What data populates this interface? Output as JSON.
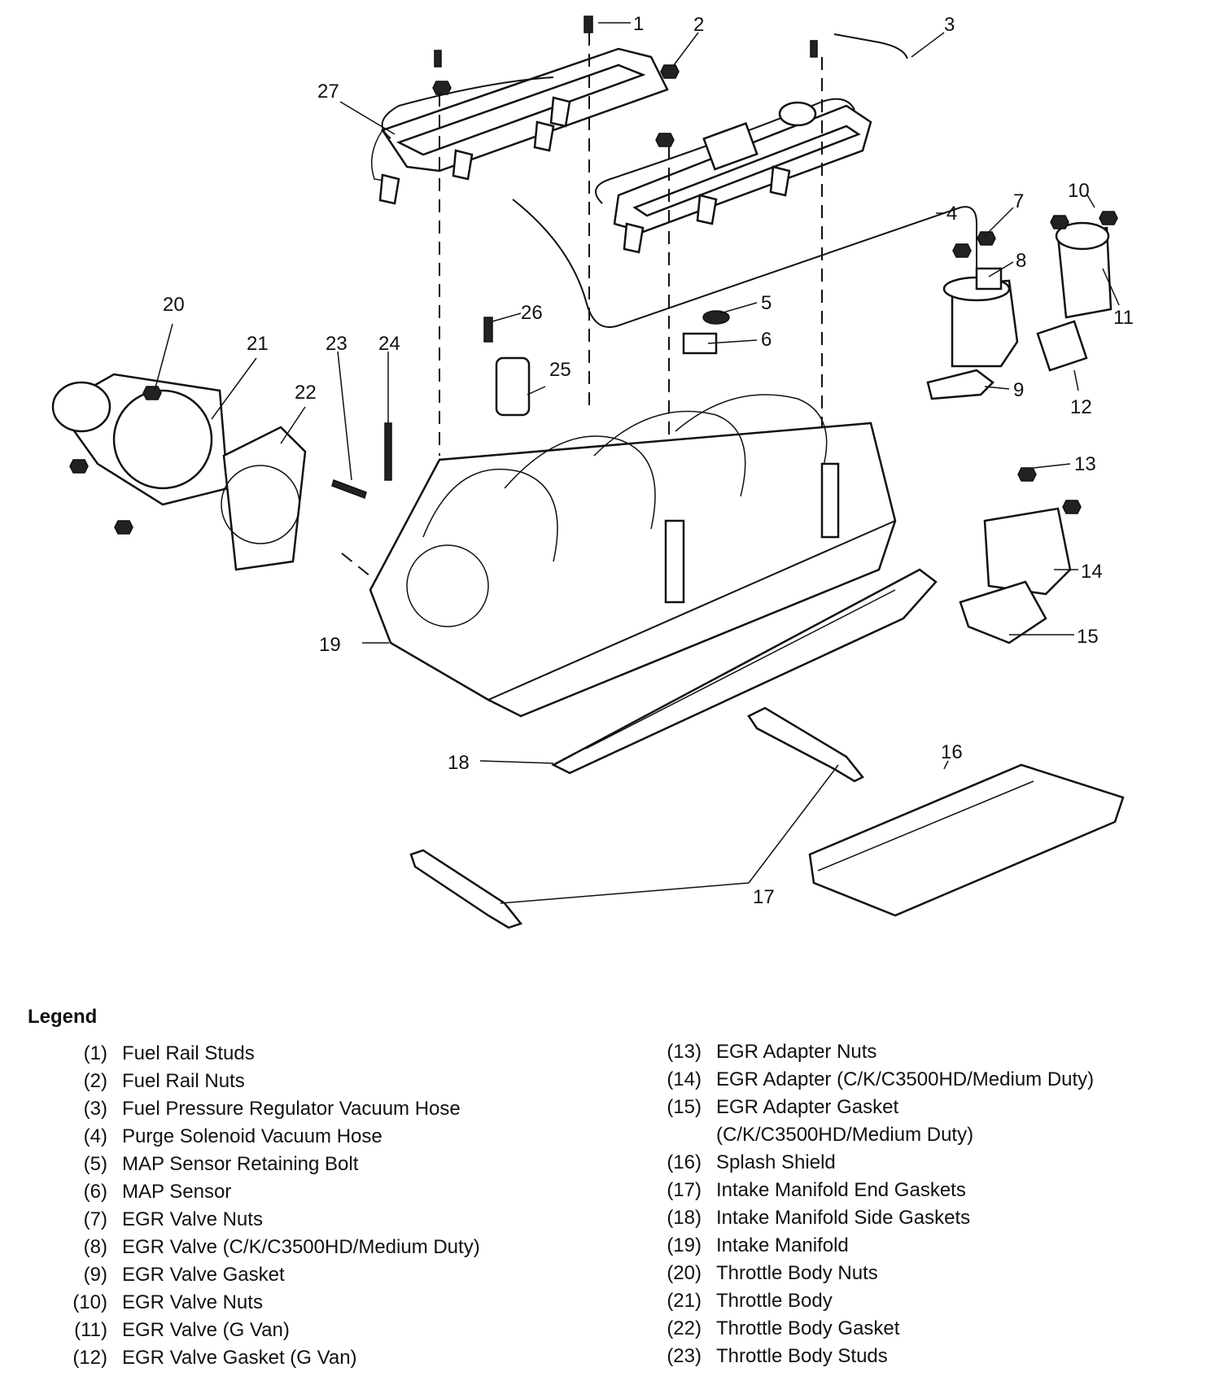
{
  "legend": {
    "title": "Legend",
    "items": [
      {
        "num": "(1)",
        "text": "Fuel Rail Studs"
      },
      {
        "num": "(2)",
        "text": "Fuel Rail Nuts"
      },
      {
        "num": "(3)",
        "text": "Fuel Pressure Regulator Vacuum Hose"
      },
      {
        "num": "(4)",
        "text": "Purge Solenoid Vacuum Hose"
      },
      {
        "num": "(5)",
        "text": "MAP Sensor Retaining Bolt"
      },
      {
        "num": "(6)",
        "text": "MAP Sensor"
      },
      {
        "num": "(7)",
        "text": "EGR Valve Nuts"
      },
      {
        "num": "(8)",
        "text": "EGR Valve (C/K/C3500HD/Medium Duty)"
      },
      {
        "num": "(9)",
        "text": "EGR Valve Gasket"
      },
      {
        "num": "(10)",
        "text": "EGR Valve Nuts"
      },
      {
        "num": "(11)",
        "text": "EGR Valve (G Van)"
      },
      {
        "num": "(12)",
        "text": "EGR Valve Gasket (G Van)"
      },
      {
        "num": "(13)",
        "text": "EGR Adapter Nuts"
      },
      {
        "num": "(14)",
        "text": "EGR Adapter (C/K/C3500HD/Medium Duty)"
      },
      {
        "num": "(15)",
        "text": "EGR Adapter Gasket\n(C/K/C3500HD/Medium Duty)"
      },
      {
        "num": "(16)",
        "text": "Splash Shield"
      },
      {
        "num": "(17)",
        "text": "Intake Manifold End Gaskets"
      },
      {
        "num": "(18)",
        "text": "Intake Manifold Side Gaskets"
      },
      {
        "num": "(19)",
        "text": "Intake Manifold"
      },
      {
        "num": "(20)",
        "text": "Throttle Body Nuts"
      },
      {
        "num": "(21)",
        "text": "Throttle Body"
      },
      {
        "num": "(22)",
        "text": "Throttle Body Gasket"
      },
      {
        "num": "(23)",
        "text": "Throttle Body Studs"
      }
    ]
  },
  "callouts": {
    "c1": "1",
    "c2": "2",
    "c3": "3",
    "c4": "4",
    "c5": "5",
    "c6": "6",
    "c7": "7",
    "c8": "8",
    "c9": "9",
    "c10": "10",
    "c11": "11",
    "c12": "12",
    "c13": "13",
    "c14": "14",
    "c15": "15",
    "c16": "16",
    "c17": "17",
    "c18": "18",
    "c19": "19",
    "c20": "20",
    "c21": "21",
    "c22": "22",
    "c23": "23",
    "c24": "24",
    "c25": "25",
    "c26": "26",
    "c27": "27"
  }
}
